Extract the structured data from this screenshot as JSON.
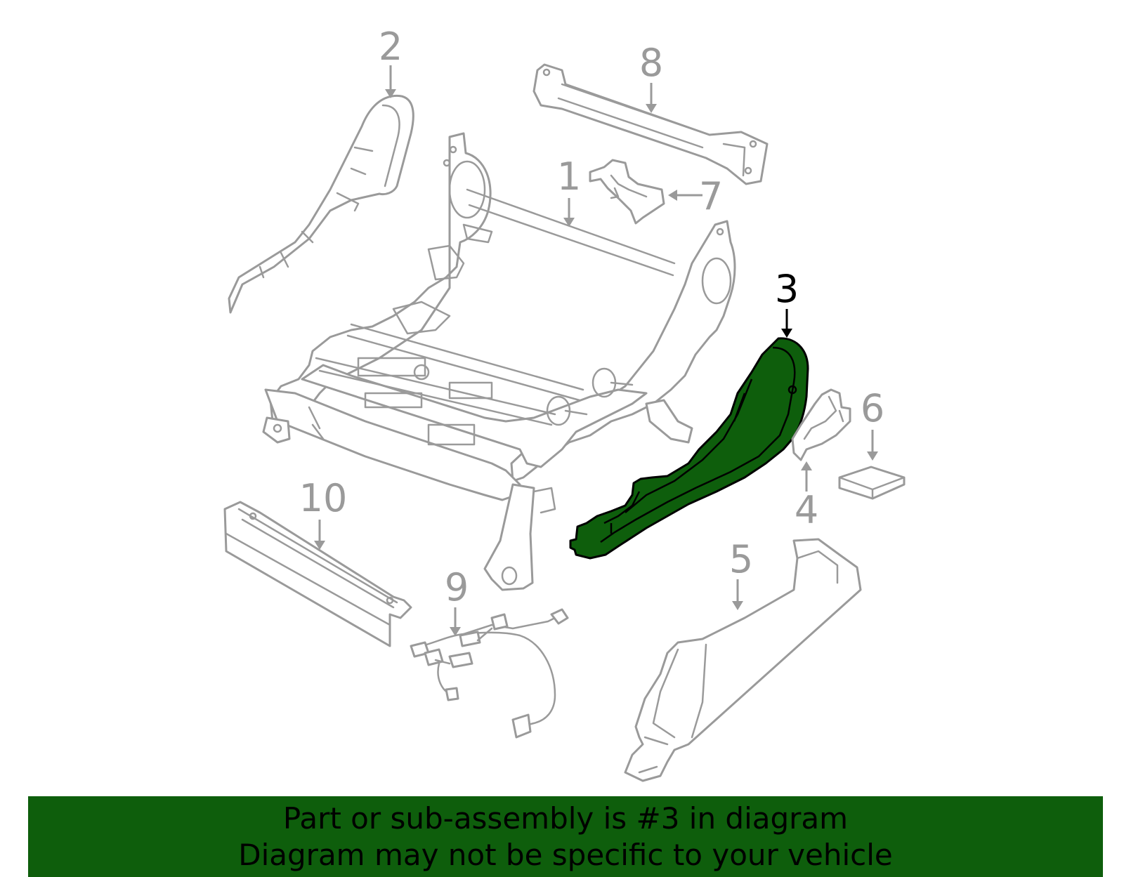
{
  "diagram": {
    "callouts": [
      "1",
      "2",
      "3",
      "4",
      "5",
      "6",
      "7",
      "8",
      "9",
      "10"
    ],
    "highlighted_callout": "3",
    "colors": {
      "highlight_fill": "#0e5e0c",
      "outline": "#9a9a9a",
      "banner_bg": "#0e5e0c",
      "label_highlight": "#000000"
    }
  },
  "banner": {
    "line1": "Part or sub-assembly is #3 in diagram",
    "line2": "Diagram may not be specific to your vehicle"
  }
}
